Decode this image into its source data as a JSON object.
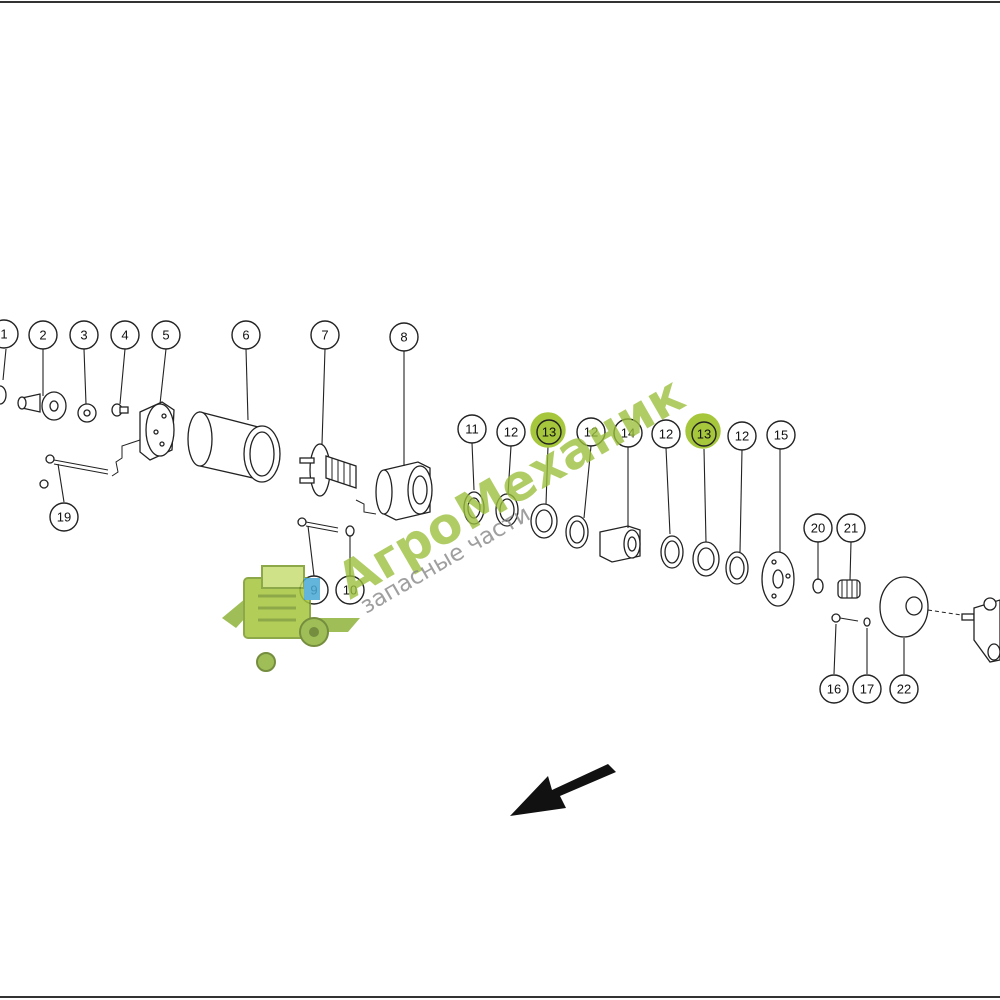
{
  "diagram": {
    "part_callouts": [
      {
        "number": "1"
      },
      {
        "number": "2"
      },
      {
        "number": "3"
      },
      {
        "number": "4"
      },
      {
        "number": "5"
      },
      {
        "number": "6"
      },
      {
        "number": "7"
      },
      {
        "number": "8"
      },
      {
        "number": "9"
      },
      {
        "number": "10"
      },
      {
        "number": "11"
      },
      {
        "number": "12"
      },
      {
        "number": "13",
        "highlighted": true
      },
      {
        "number": "12"
      },
      {
        "number": "14"
      },
      {
        "number": "12"
      },
      {
        "number": "13",
        "highlighted": true
      },
      {
        "number": "12"
      },
      {
        "number": "15"
      },
      {
        "number": "16"
      },
      {
        "number": "17"
      },
      {
        "number": "19"
      },
      {
        "number": "20"
      },
      {
        "number": "21"
      },
      {
        "number": "22"
      }
    ],
    "highlight_color": "#a6c63c",
    "direction_arrow": "arrow-down-left"
  },
  "watermark": {
    "brand_a": "Агро",
    "brand_b": "Механик",
    "tagline": "запасные части",
    "brand_color": "#9bbf3a",
    "logo_icon": "combine-harvester-icon"
  }
}
